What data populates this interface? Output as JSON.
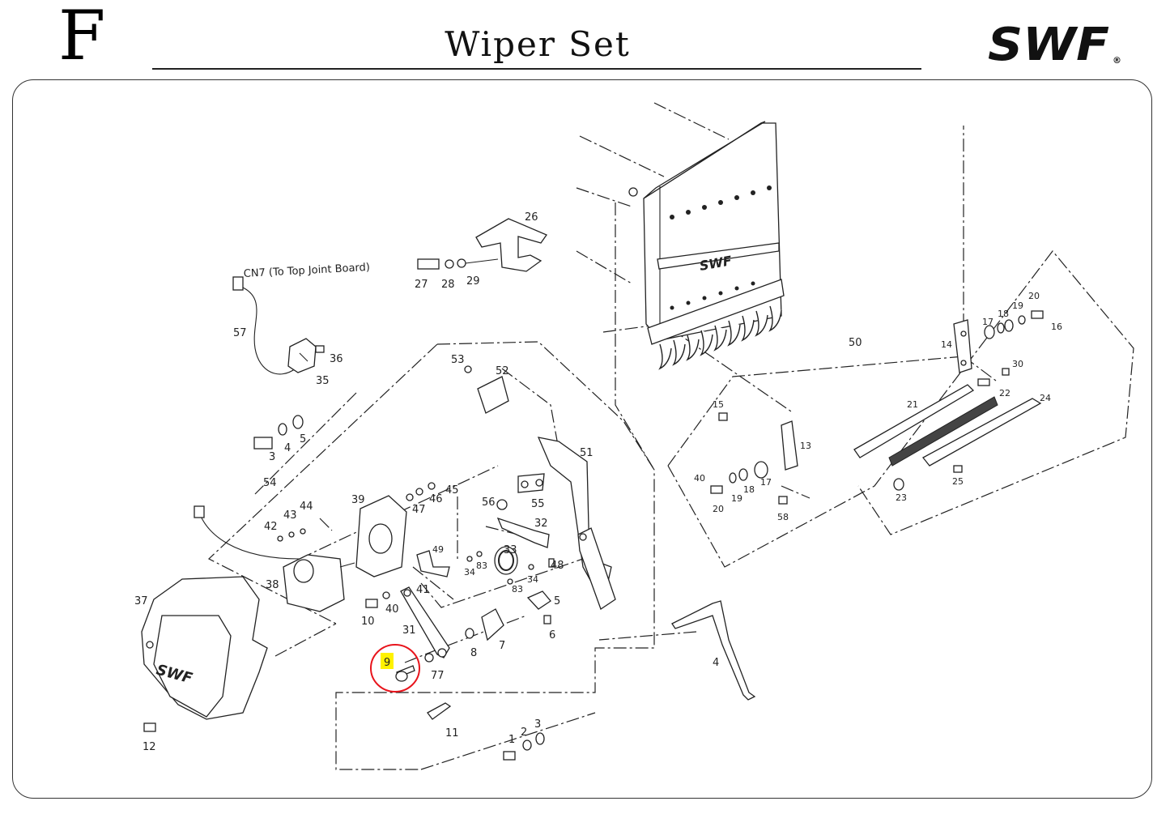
{
  "header": {
    "section_letter": "F",
    "title": "Wiper Set",
    "brand": "SWF"
  },
  "diagram": {
    "connector_note": "CN7 (To Top Joint Board)",
    "highlighted_part": "9",
    "highlight_color": "#e8141c",
    "highlight_fill": "#fff200",
    "part_labels": [
      "1",
      "2",
      "3",
      "3",
      "4",
      "4",
      "5",
      "5",
      "6",
      "7",
      "8",
      "9",
      "10",
      "11",
      "12",
      "13",
      "14",
      "15",
      "16",
      "17",
      "17",
      "18",
      "18",
      "19",
      "19",
      "20",
      "20",
      "21",
      "22",
      "23",
      "24",
      "25",
      "26",
      "27",
      "28",
      "29",
      "30",
      "31",
      "32",
      "33",
      "34",
      "34",
      "35",
      "36",
      "37",
      "38",
      "39",
      "40",
      "40",
      "41",
      "42",
      "43",
      "44",
      "45",
      "46",
      "47",
      "48",
      "49",
      "50",
      "51",
      "52",
      "53",
      "54",
      "55",
      "56",
      "57",
      "58",
      "77",
      "83",
      "83"
    ]
  }
}
